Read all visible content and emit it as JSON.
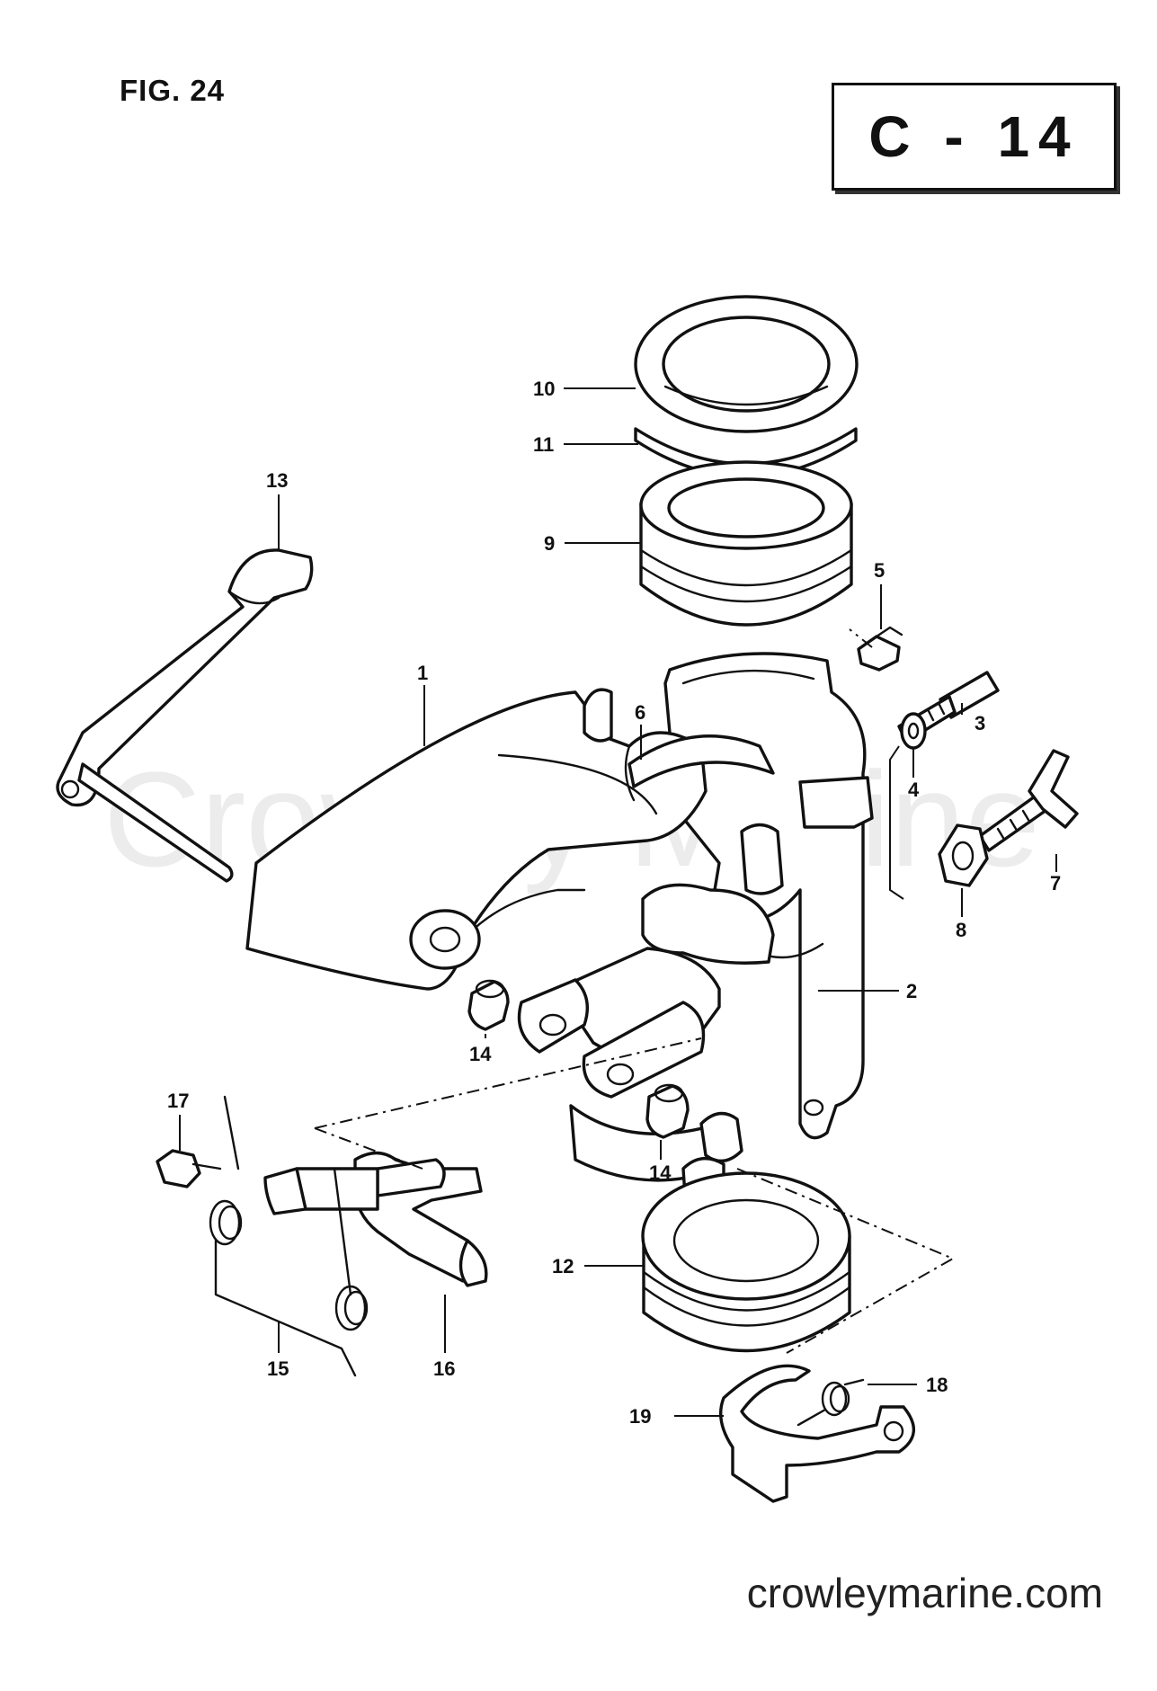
{
  "figure": {
    "label": "FIG. 24",
    "code": "C - 14"
  },
  "watermark": "Crowley Marine",
  "website": "crowleymarine.com",
  "callouts": [
    "1",
    "2",
    "3",
    "4",
    "5",
    "6",
    "7",
    "8",
    "9",
    "10",
    "11",
    "12",
    "13",
    "14",
    "14",
    "15",
    "16",
    "17",
    "18",
    "19"
  ]
}
